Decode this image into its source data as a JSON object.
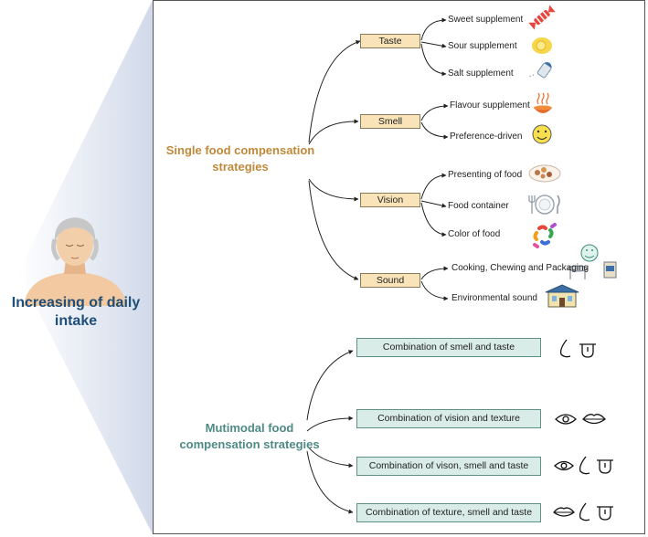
{
  "title": "Increasing of daily intake",
  "single": {
    "title": "Single food compensation strategies",
    "senses": [
      {
        "label": "Taste",
        "items": [
          {
            "label": "Sweet supplement",
            "icon": "candy-icon"
          },
          {
            "label": "Sour supplement",
            "icon": "lemon-icon"
          },
          {
            "label": "Salt supplement",
            "icon": "salt-shaker-icon"
          }
        ]
      },
      {
        "label": "Smell",
        "items": [
          {
            "label": "Flavour supplement",
            "icon": "hot-soup-icon"
          },
          {
            "label": "Preference-driven",
            "icon": "smiley-icon"
          }
        ]
      },
      {
        "label": "Vision",
        "items": [
          {
            "label": "Presenting of food",
            "icon": "food-plate-icon"
          },
          {
            "label": "Food container",
            "icon": "plate-cutlery-icon"
          },
          {
            "label": "Color of food",
            "icon": "colorful-food-icon"
          }
        ]
      },
      {
        "label": "Sound",
        "items": [
          {
            "label": "Cooking, Chewing and Packaging",
            "icon": "cooking-chewing-packaging-icon"
          },
          {
            "label": "Environmental sound",
            "icon": "restaurant-building-icon"
          }
        ]
      }
    ]
  },
  "multi": {
    "title": "Mutimodal food compensation strategies",
    "items": [
      {
        "label": "Combination of smell and taste",
        "icons": [
          "nose-icon",
          "tongue-icon"
        ]
      },
      {
        "label": "Combination of vision and texture",
        "icons": [
          "eye-icon",
          "lips-icon"
        ]
      },
      {
        "label": "Combination of vison, smell and taste",
        "icons": [
          "eye-icon",
          "nose-icon",
          "tongue-icon"
        ]
      },
      {
        "label": "Combination of texture, smell and taste",
        "icons": [
          "lips-icon",
          "nose-icon",
          "tongue-icon"
        ]
      }
    ]
  },
  "colors": {
    "title": "#1f4e79",
    "single_title": "#c0893a",
    "multi_title": "#4f8a86",
    "sense_box": "#f8e4b8",
    "combo_box": "#d9ece7"
  }
}
